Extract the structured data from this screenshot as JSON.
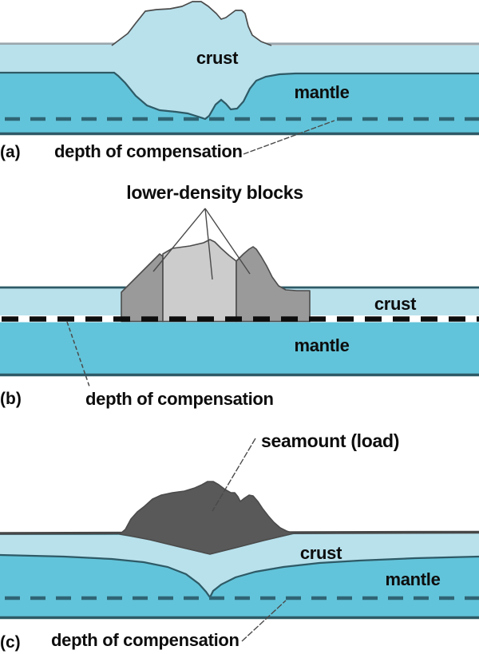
{
  "colors": {
    "crust": "#b8e1ec",
    "mantle": "#62c4da",
    "band_line": "#2e5a66",
    "depth_dash": "#2f6575",
    "depth_dash_b": "#0d0d0d",
    "seamount": "#595959",
    "block_medium": "#9a9a9a",
    "block_light": "#cccccc",
    "block_line": "#4d4d4d",
    "top_border_a": "#9aa6ad",
    "top_border_c": "#474747",
    "outline": "#4b4b4b",
    "leader": "#4a4a4a",
    "text": "#0d0d0d",
    "white_band": "#ffffff"
  },
  "panel_a": {
    "letter": "(a)",
    "crust_label": "crust",
    "mantle_label": "mantle",
    "depth_label": "depth of compensation"
  },
  "panel_b": {
    "letter": "(b)",
    "title": "lower-density blocks",
    "crust_label": "crust",
    "mantle_label": "mantle",
    "depth_label": "depth of compensation"
  },
  "panel_c": {
    "letter": "(c)",
    "load_label": "seamount (load)",
    "crust_label": "crust",
    "mantle_label": "mantle",
    "depth_label": "depth of compensation"
  }
}
